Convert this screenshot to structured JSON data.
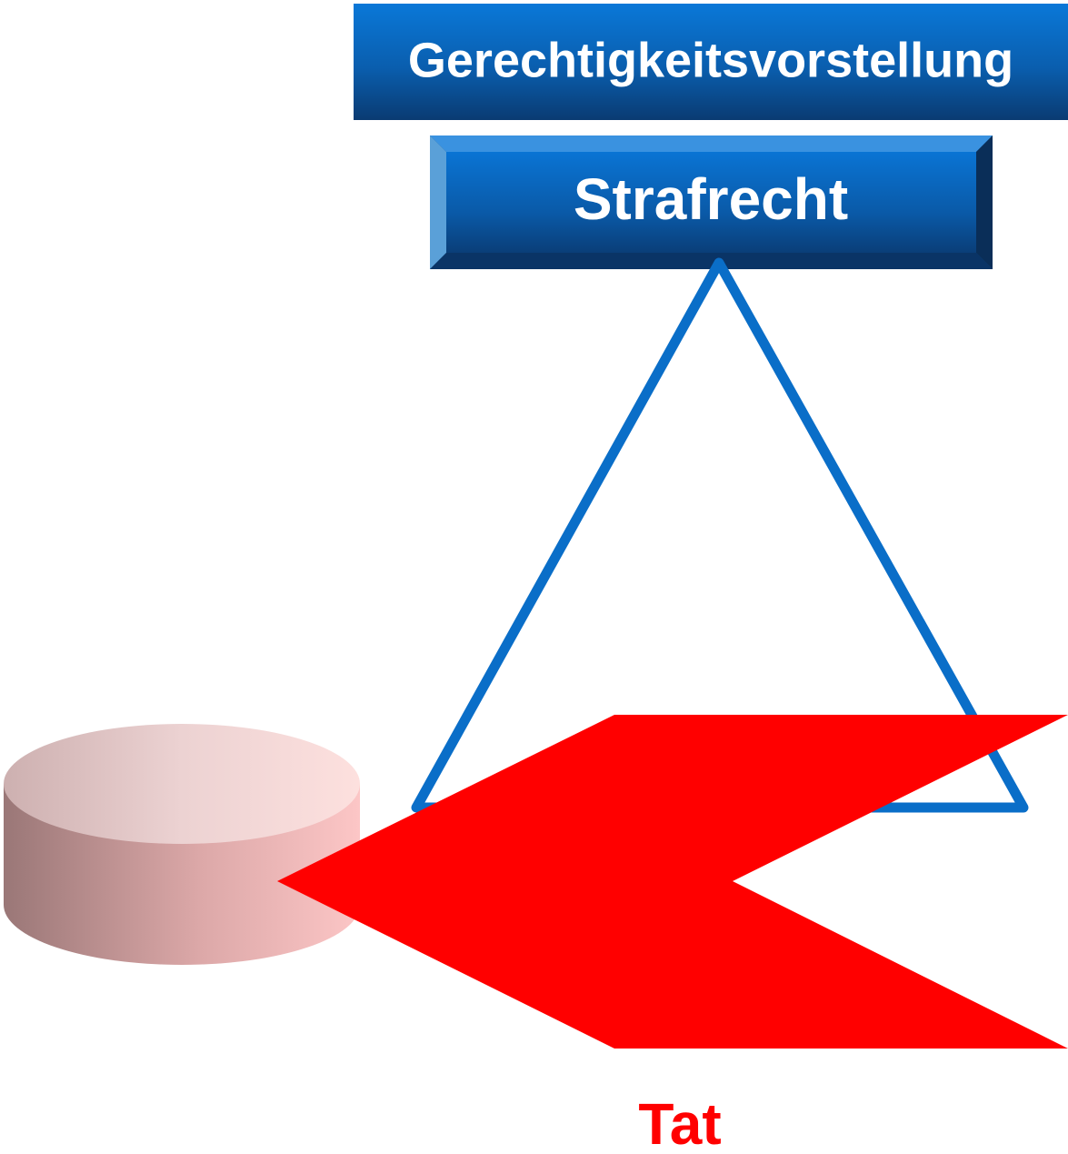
{
  "top_box": {
    "label": "Gerechtigkeitsvorstellung"
  },
  "second_box": {
    "label": "Strafrecht"
  },
  "arrow_label": "Tat",
  "colors": {
    "box_blue_light": "#0a74d4",
    "box_blue_dark": "#0a3a70",
    "triangle_stroke": "#0a6ec8",
    "arrow_red": "#ff0000",
    "cylinder_light": "#fcd6d6",
    "cylinder_dark": "#9c7878",
    "label_white": "#ffffff"
  }
}
